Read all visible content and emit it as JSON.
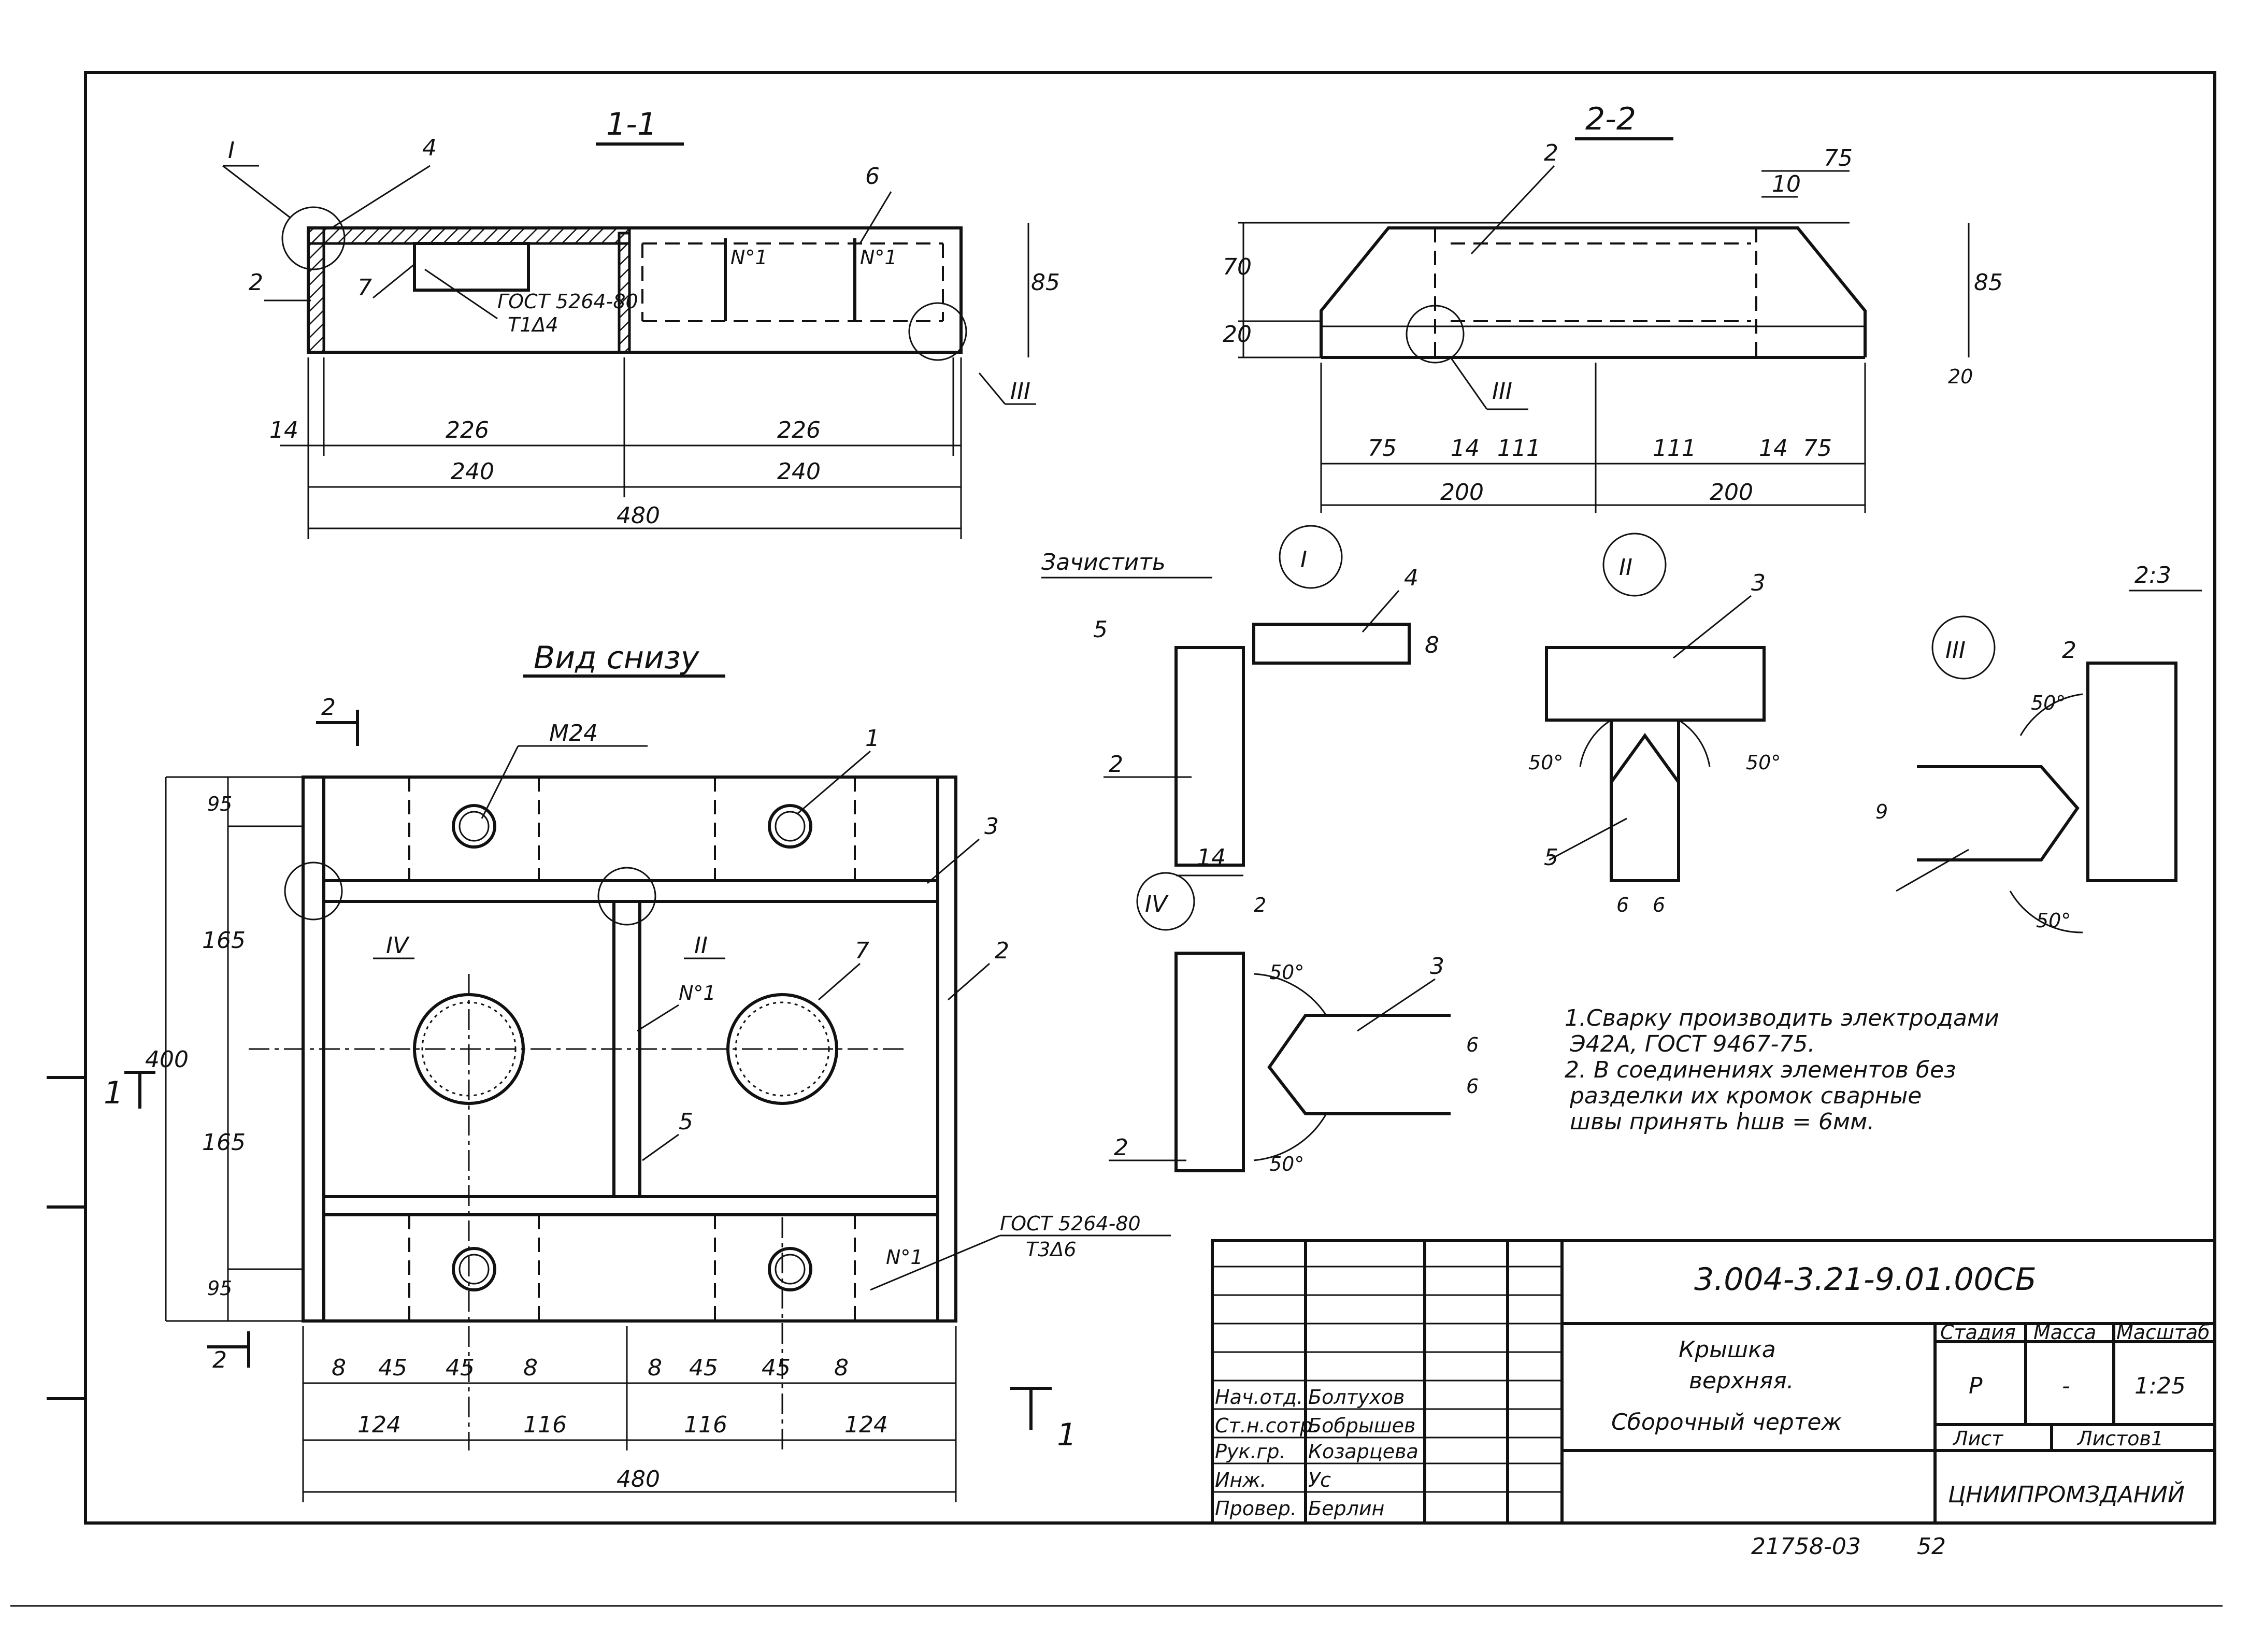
{
  "sections": {
    "s11": "1-1",
    "s22": "2-2",
    "bottom_view": "Вид снизу",
    "cleanup": "Зачистить",
    "detail_I": "I",
    "detail_II": "II",
    "detail_III": "III",
    "detail_IV": "IV",
    "cut_2": "2",
    "cut_1": "1"
  },
  "labels": {
    "p1": "1",
    "p2": "2",
    "p3": "3",
    "p4": "4",
    "p5": "5",
    "p6": "6",
    "p7": "7",
    "m24": "M24",
    "n1": "N°1",
    "gost_a": "ГОСТ 5264-80",
    "gost_a2": "Т1Δ4",
    "gost_b": "ГОСТ 5264-80",
    "gost_b2": "Т3Δ6",
    "ratio": "2:3",
    "a50": "50°"
  },
  "dims": {
    "d14": "14",
    "d226": "226",
    "d240": "240",
    "d480": "480",
    "d85": "85",
    "d70": "70",
    "d20": "20",
    "d75": "75",
    "d10": "10",
    "d111": "111",
    "d200": "200",
    "d5": "5",
    "d8": "8",
    "d6": "6",
    "d2": "2",
    "d9": "9",
    "d95": "95",
    "d165": "165",
    "d400": "400",
    "d45": "45",
    "d124": "124",
    "d116": "116"
  },
  "notes": [
    "1.Сварку производить электродами",
    "Э42А, ГОСТ 9467-75.",
    "2. В соединениях элементов без",
    "разделки их кромок сварные",
    "швы принять hшв = 6мм."
  ],
  "title_block": {
    "code": "3.004-3.21-9.01.00СБ",
    "name1": "Крышка",
    "name2": "верхняя.",
    "name3": "Сборочный чертеж",
    "stage_h": "Стадия",
    "mass_h": "Масса",
    "scale_h": "Масштаб",
    "stage": "Р",
    "mass": "-",
    "scale": "1:25",
    "sheet_h": "Лист",
    "sheets_h": "Листов1",
    "org": "ЦНИИПРОМЗДАНИЙ",
    "roles": [
      "Нач.отд.",
      "Ст.н.сотр.",
      "Рук.гр.",
      "Инж.",
      "Провер."
    ],
    "names": [
      "Болтухов",
      "Бобрышев",
      "Козарцева",
      "Ус",
      "Берлин"
    ]
  },
  "footer": {
    "archive": "21758-03",
    "page": "52"
  }
}
